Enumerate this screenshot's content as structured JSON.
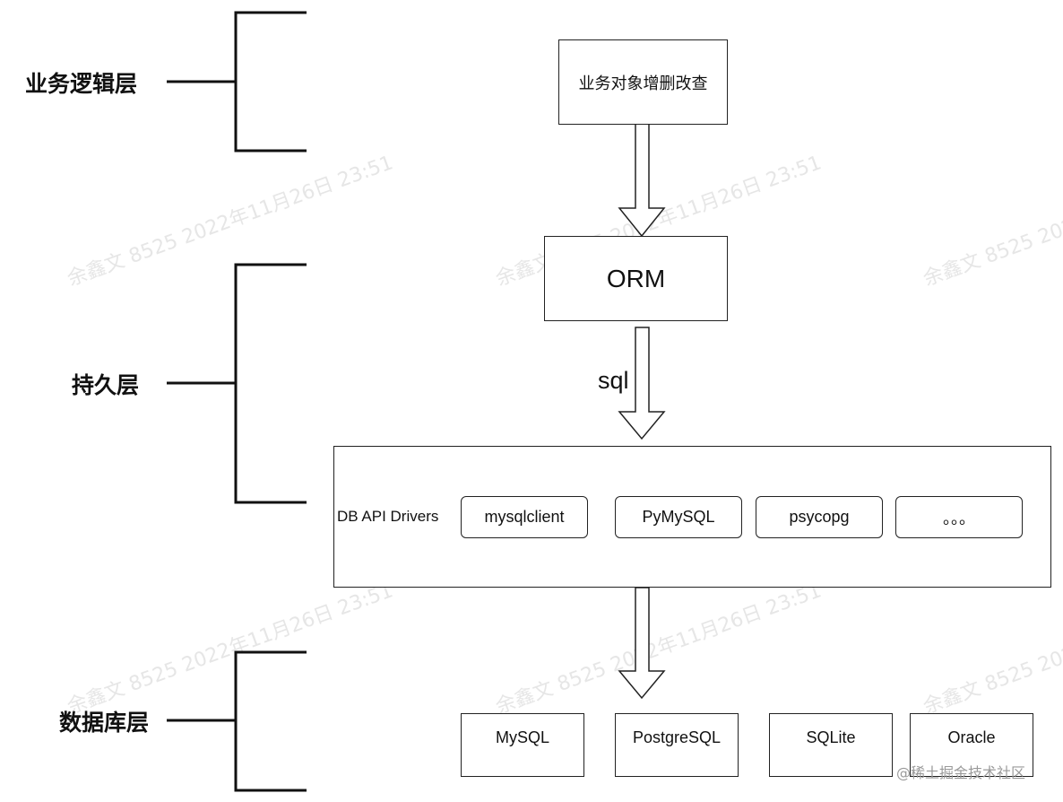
{
  "layers": {
    "business": "业务逻辑层",
    "persistence": "持久层",
    "database": "数据库层"
  },
  "nodes": {
    "business_object": "业务对象增删改查",
    "orm": "ORM",
    "sql_label": "sql",
    "drivers_label": "DB API Drivers",
    "drivers": [
      "mysqlclient",
      "PyMySQL",
      "psycopg",
      "。。。"
    ],
    "databases": [
      "MySQL",
      "PostgreSQL",
      "SQLite",
      "Oracle"
    ]
  },
  "watermark": {
    "text": "余鑫文 8525 2022年11月26日 23:51",
    "text_short": "余鑫文 8525 202"
  },
  "footer": {
    "site": "@稀土掘金技术社区"
  }
}
